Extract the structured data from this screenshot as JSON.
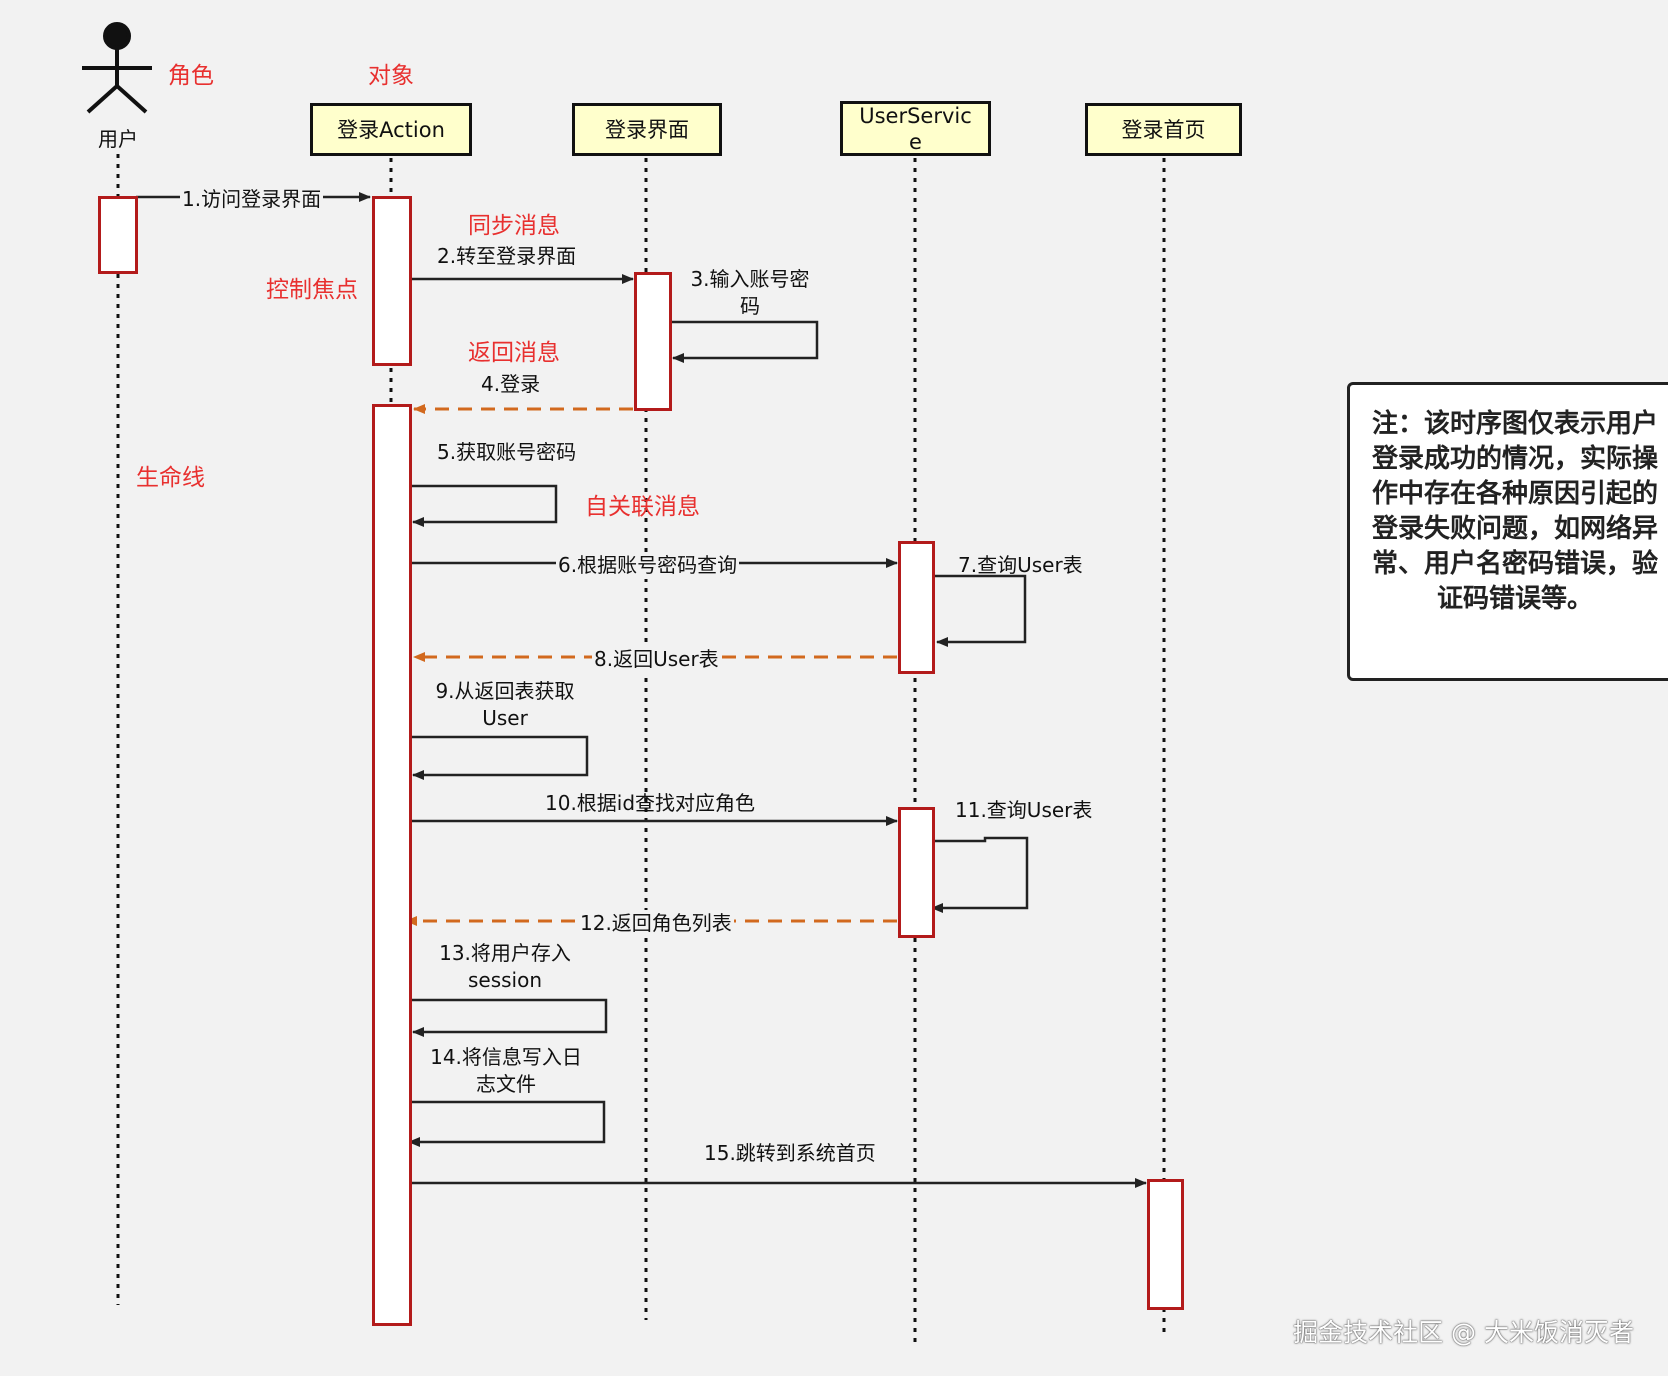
{
  "actor": {
    "label": "用户"
  },
  "objects": [
    {
      "label": "登录Action"
    },
    {
      "label": "登录界面"
    },
    {
      "label": "UserServic\ne"
    },
    {
      "label": "登录首页"
    }
  ],
  "annotations": {
    "role": "角色",
    "object": "对象",
    "sync": "同步消息",
    "focus": "控制焦点",
    "return": "返回消息",
    "lifeline": "生命线",
    "self": "自关联消息"
  },
  "messages": [
    {
      "label": "1.访问登录界面"
    },
    {
      "label": "2.转至登录界面"
    },
    {
      "label": "3.输入账号密码"
    },
    {
      "label": "4.登录"
    },
    {
      "label": "5.获取账号密码"
    },
    {
      "label": "6.根据账号密码查询"
    },
    {
      "label": "7.查询User表"
    },
    {
      "label": "8.返回User表"
    },
    {
      "label": "9.从返回表获取User"
    },
    {
      "label": "10.根据id查找对应角色"
    },
    {
      "label": "11.查询User表"
    },
    {
      "label": "12.返回角色列表"
    },
    {
      "label": "13.将用户存入session"
    },
    {
      "label": "14.将信息写入日志文件"
    },
    {
      "label": "15.跳转到系统首页"
    }
  ],
  "note": "注：该时序图仅表示用户登录成功的情况，实际操作中存在各种原因引起的登录失败问题，如网络异常、用户名密码错误，验证码错误等。",
  "watermark": "掘金技术社区 @ 大米饭消灭者",
  "colors": {
    "activation_border": "#b31b1b",
    "return_arrow": "#d2691e",
    "annotation": "#e8302f",
    "object_fill": "#ffffcc"
  }
}
